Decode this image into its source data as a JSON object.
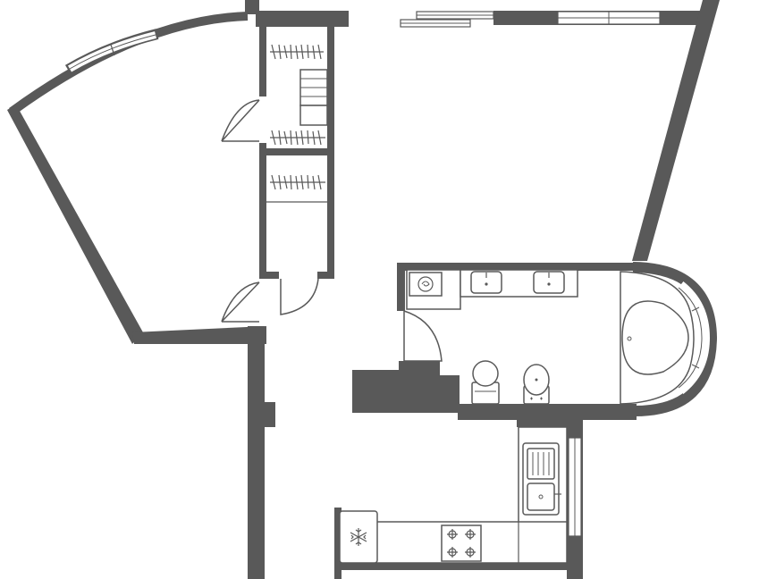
{
  "plan": {
    "kind": "apartment floor plan",
    "colors": {
      "wall": "#595959",
      "background": "#ffffff",
      "fixture_fill": "#ffffff"
    },
    "rooms": [
      {
        "id": "living-room",
        "label": ""
      },
      {
        "id": "bedroom",
        "label": ""
      },
      {
        "id": "wardrobe-closet",
        "label": ""
      },
      {
        "id": "hall-closet",
        "label": ""
      },
      {
        "id": "corridor",
        "label": ""
      },
      {
        "id": "bathroom",
        "label": ""
      },
      {
        "id": "kitchen",
        "label": ""
      }
    ],
    "fixtures": [
      {
        "id": "washing-machine",
        "icon": "washing-machine-icon"
      },
      {
        "id": "double-washbasin",
        "icon": "washbasin-icon"
      },
      {
        "id": "corner-bathtub",
        "icon": "bathtub-icon"
      },
      {
        "id": "toilet",
        "icon": "toilet-icon"
      },
      {
        "id": "bidet",
        "icon": "bidet-icon"
      },
      {
        "id": "kitchen-sink",
        "icon": "kitchen-sink-icon"
      },
      {
        "id": "cooktop",
        "icon": "cooktop-icon",
        "burners": 4
      },
      {
        "id": "refrigerator",
        "icon": "snowflake-icon"
      }
    ],
    "doors": 4,
    "windows": 6
  }
}
